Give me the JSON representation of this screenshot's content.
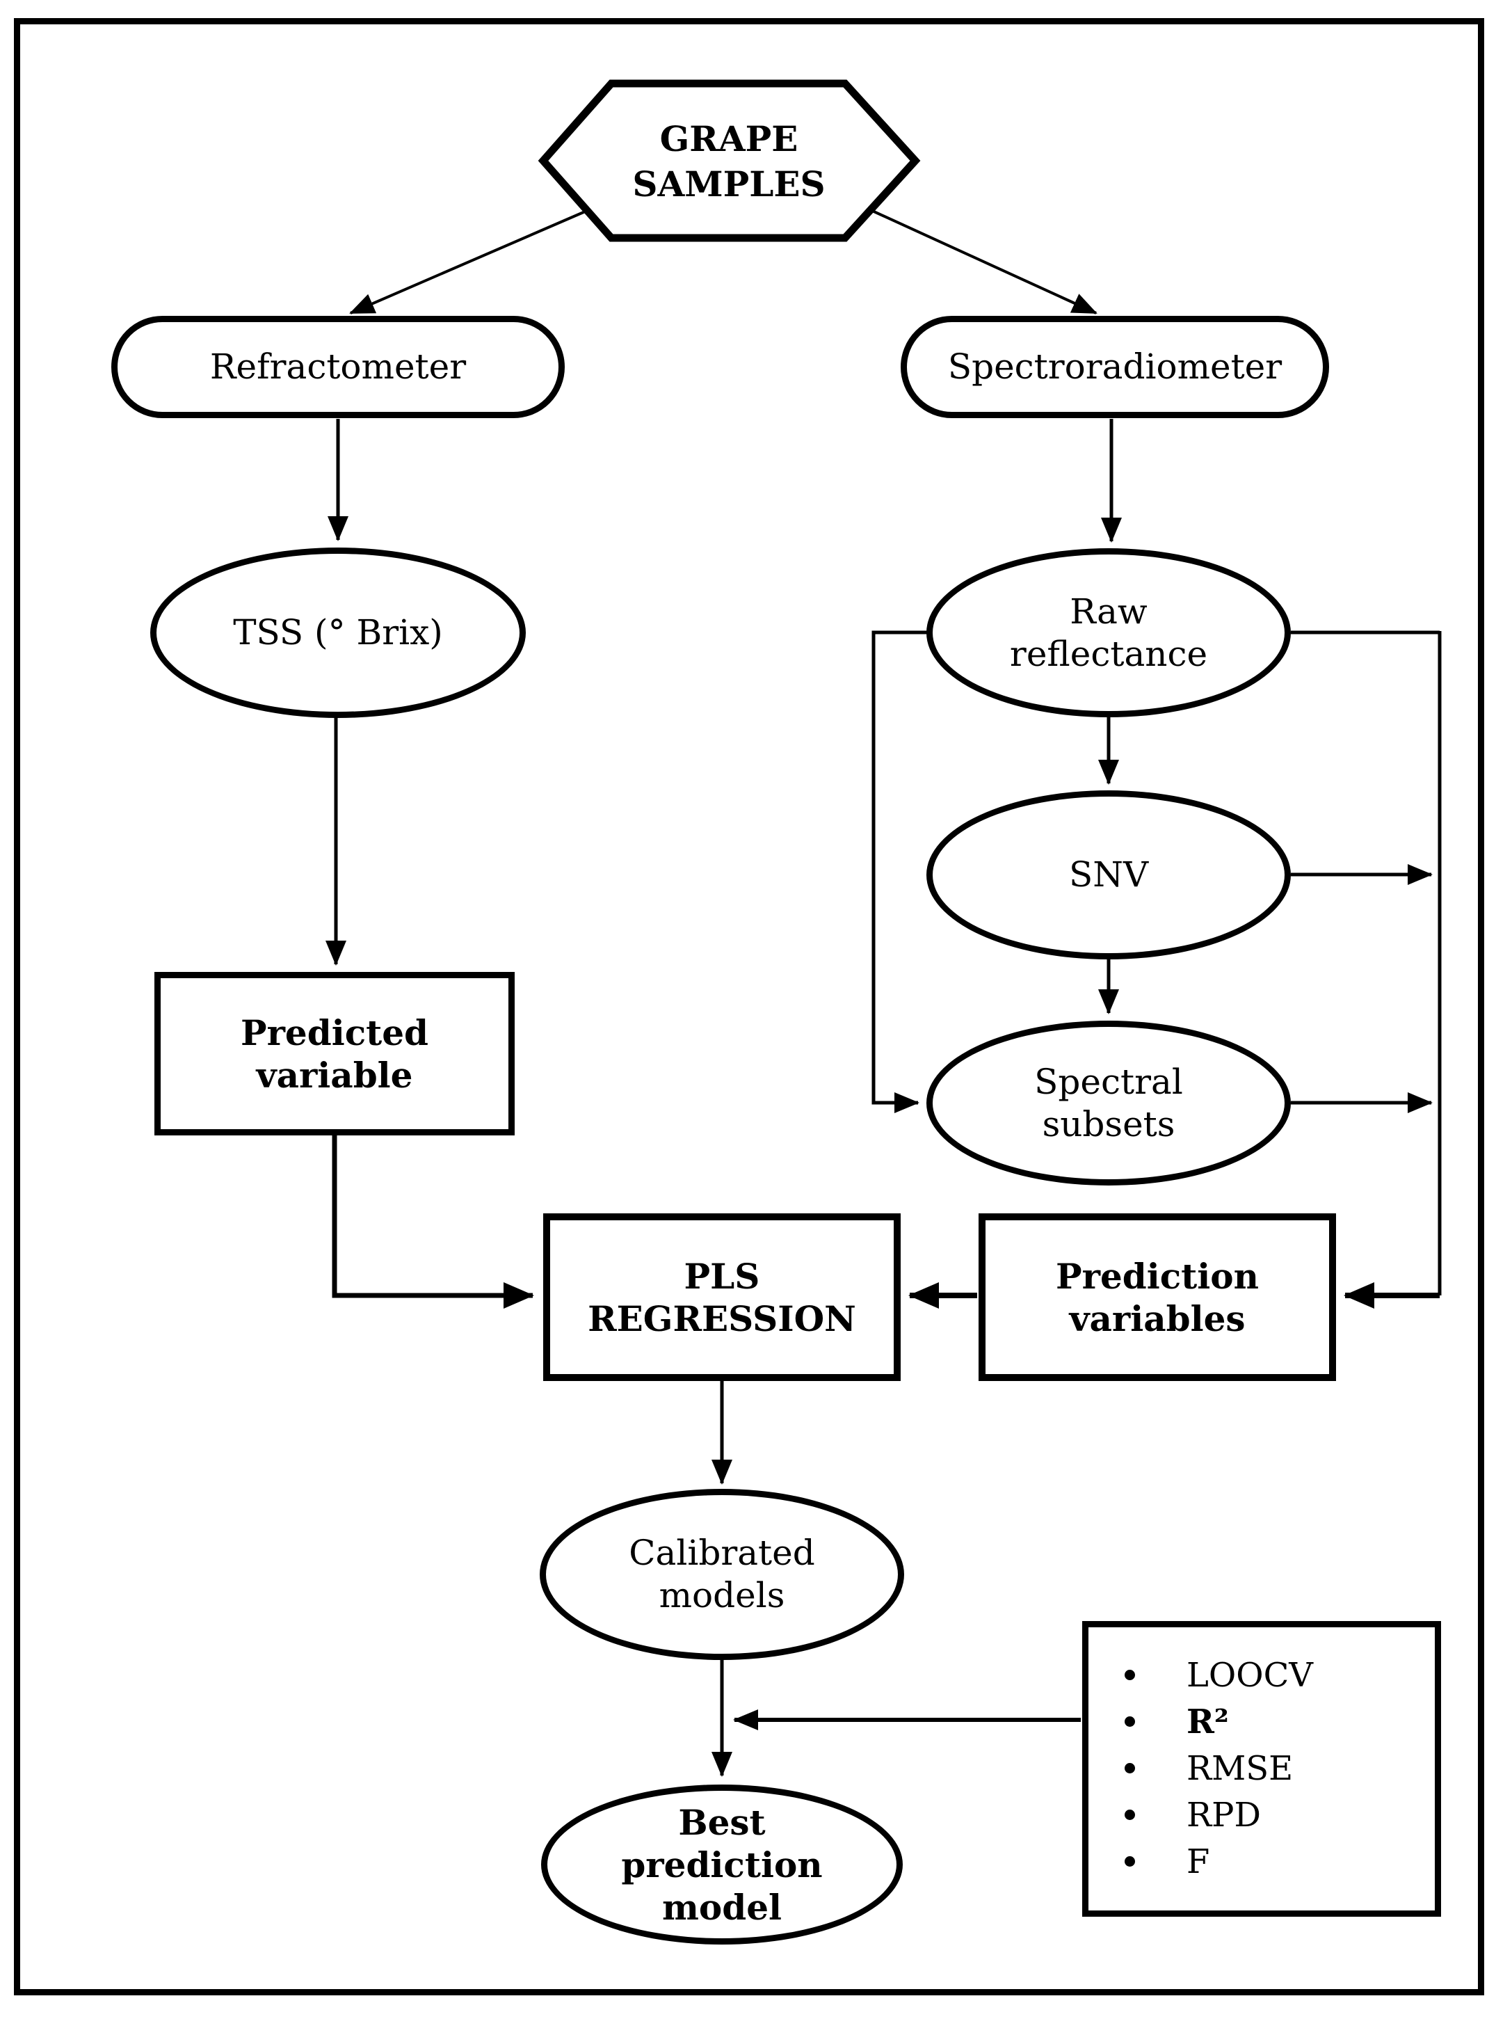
{
  "diagram": {
    "type": "flowchart",
    "colors": {
      "stroke": "#000000",
      "background": "#ffffff",
      "text": "#000000"
    },
    "nodes": {
      "grape_samples": {
        "shape": "hexagon",
        "label": "GRAPE\nSAMPLES"
      },
      "refractometer": {
        "shape": "stadium",
        "label": "Refractometer"
      },
      "spectroradiometer": {
        "shape": "stadium",
        "label": "Spectroradiometer"
      },
      "tss": {
        "shape": "ellipse",
        "label": "TSS (° Brix)"
      },
      "raw_reflectance": {
        "shape": "ellipse",
        "label": "Raw\nreflectance"
      },
      "snv": {
        "shape": "ellipse",
        "label": "SNV"
      },
      "spectral_subsets": {
        "shape": "ellipse",
        "label": "Spectral\nsubsets"
      },
      "predicted_variable": {
        "shape": "rect",
        "label": "Predicted\nvariable"
      },
      "pls_regression": {
        "shape": "rect",
        "label": "PLS\nREGRESSION"
      },
      "prediction_variables": {
        "shape": "rect",
        "label": "Prediction\nvariables"
      },
      "calibrated_models": {
        "shape": "ellipse",
        "label": "Calibrated\nmodels"
      },
      "best_prediction_model": {
        "shape": "ellipse",
        "label": "Best\nprediction\nmodel"
      },
      "evaluation_criteria": {
        "shape": "rect-list",
        "items": [
          "LOOCV",
          "R²",
          "RMSE",
          "RPD",
          "F"
        ]
      }
    },
    "edges": [
      "grape_samples -> refractometer",
      "grape_samples -> spectroradiometer",
      "refractometer -> tss",
      "spectroradiometer -> raw_reflectance",
      "tss -> predicted_variable",
      "raw_reflectance -> snv",
      "snv -> spectral_subsets",
      "raw_reflectance -> spectral_subsets",
      "raw_reflectance -> prediction_variables",
      "snv -> prediction_variables",
      "spectral_subsets -> prediction_variables",
      "predicted_variable -> pls_regression",
      "prediction_variables -> pls_regression",
      "pls_regression -> calibrated_models",
      "calibrated_models -> best_prediction_model",
      "evaluation_criteria -> best_prediction_model"
    ]
  }
}
